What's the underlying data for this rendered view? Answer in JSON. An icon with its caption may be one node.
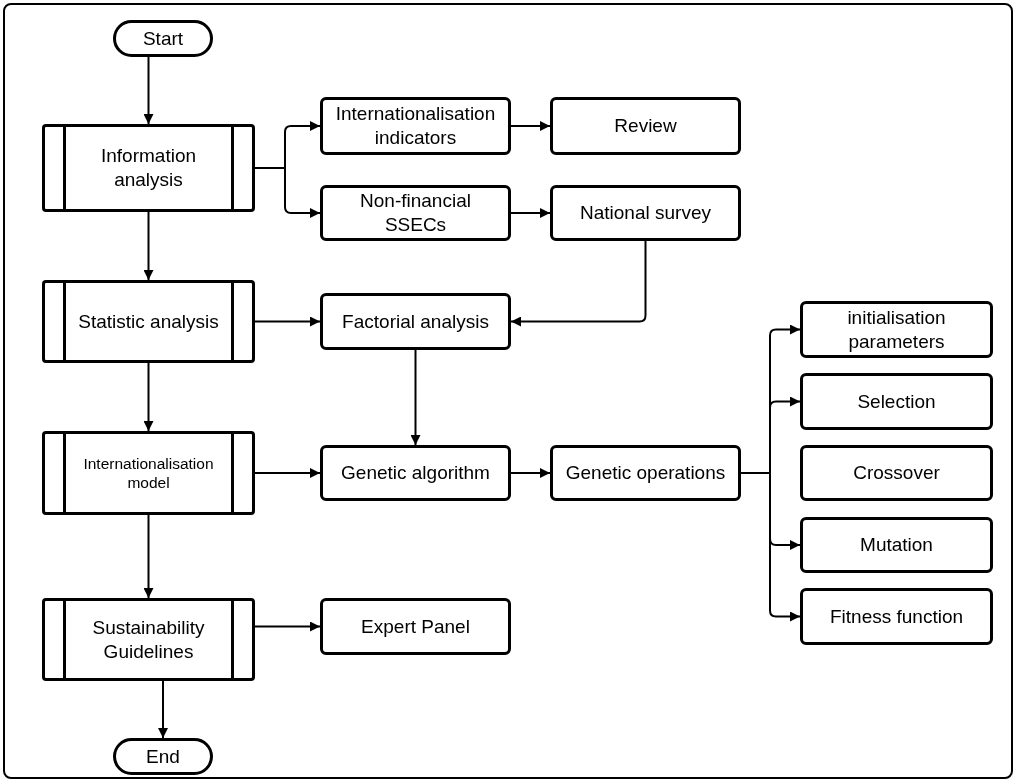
{
  "diagram": {
    "nodes": [
      {
        "text": [
          "Start"
        ]
      },
      {
        "text": [
          "Information analysis"
        ]
      },
      {
        "text": [
          "Internationalisation indicators"
        ]
      },
      {
        "text": [
          "Review"
        ]
      },
      {
        "text": [
          "Non-financial SSECs"
        ]
      },
      {
        "text": [
          "National survey"
        ]
      },
      {
        "text": [
          "Statistic analysis"
        ]
      },
      {
        "text": [
          "Factorial analysis"
        ]
      },
      {
        "text": [
          "Internationalisation model"
        ]
      },
      {
        "text": [
          "Genetic algorithm"
        ]
      },
      {
        "text": [
          "Genetic operations"
        ]
      },
      {
        "text": [
          "initialisation parameters"
        ]
      },
      {
        "text": [
          "Selection"
        ]
      },
      {
        "text": [
          "Crossover"
        ]
      },
      {
        "text": [
          "Mutation"
        ]
      },
      {
        "text": [
          "Fitness function"
        ]
      },
      {
        "text": [
          "Sustainability Guidelines"
        ]
      },
      {
        "text": [
          "Expert Panel"
        ]
      },
      {
        "text": [
          "End"
        ]
      }
    ],
    "edges": [
      {
        "from": 0,
        "to": 1,
        "arrow": "to"
      },
      {
        "from": 1,
        "to": 2,
        "arrow": "to"
      },
      {
        "from": 1,
        "to": 4,
        "arrow": "to"
      },
      {
        "from": 2,
        "to": 3,
        "arrow": "to"
      },
      {
        "from": 4,
        "to": 5,
        "arrow": "to"
      },
      {
        "from": 1,
        "to": 6,
        "arrow": "to"
      },
      {
        "from": 6,
        "to": 7,
        "arrow": "to"
      },
      {
        "from": 5,
        "to": 7,
        "arrow": "to"
      },
      {
        "from": 7,
        "to": 9,
        "arrow": "to"
      },
      {
        "from": 6,
        "to": 8,
        "arrow": "to"
      },
      {
        "from": 8,
        "to": 9,
        "arrow": "to"
      },
      {
        "from": 9,
        "to": 10,
        "arrow": "to"
      },
      {
        "from": 10,
        "to": 11,
        "arrow": "to"
      },
      {
        "from": 10,
        "to": 12,
        "arrow": "to"
      },
      {
        "from": 10,
        "to": 14,
        "arrow": "to"
      },
      {
        "from": 10,
        "to": 15,
        "arrow": "to"
      },
      {
        "from": 8,
        "to": 16,
        "arrow": "to"
      },
      {
        "from": 16,
        "to": 17,
        "arrow": "to"
      },
      {
        "from": 16,
        "to": 18,
        "arrow": "to"
      }
    ]
  }
}
